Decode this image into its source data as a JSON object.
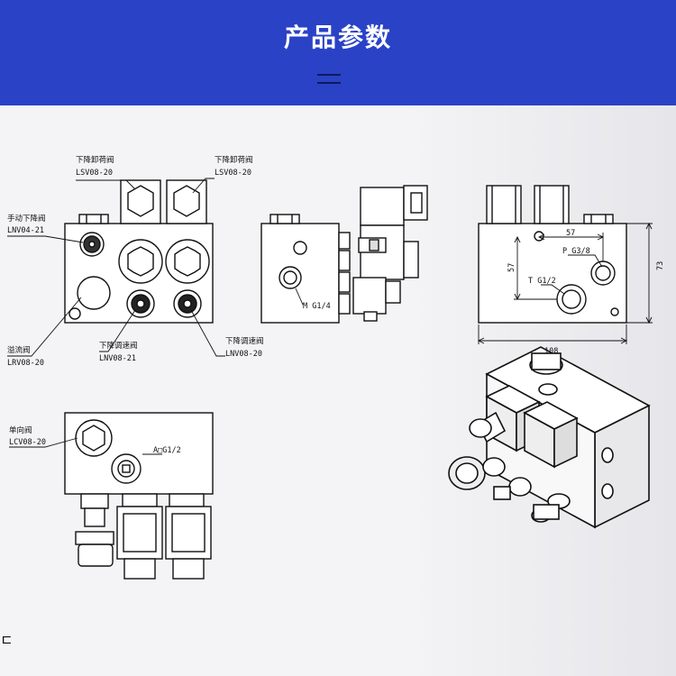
{
  "header": {
    "title": "产品参数",
    "bg_color": "#2a42c6"
  },
  "front_view": {
    "labels": {
      "unload_left_cn": "下降卸荷阀",
      "unload_left_code": "LSV08-20",
      "unload_right_cn": "下降卸荷阀",
      "unload_right_code": "LSV08-20",
      "manual_cn": "手动下降阀",
      "manual_code": "LNV04-21",
      "relief_cn": "溢流阀",
      "relief_code": "LRV08-20",
      "speed_mid_cn": "下降调速阀",
      "speed_mid_code": "LNV08-21",
      "speed_right_cn": "下降调速阀",
      "speed_right_code": "LNV08-20"
    }
  },
  "side_view": {
    "port_label": "M G1/4"
  },
  "dim_view": {
    "width_top": "57",
    "width_bottom": "108",
    "height_inner": "57",
    "height_outer": "73",
    "port_p": "P G3/8",
    "port_t": "T G1/2"
  },
  "bottom_view": {
    "check_cn": "单向阀",
    "check_code": "LCV08-20",
    "port_a": "A□G1/2"
  },
  "stray_glyph": "ㄷ"
}
